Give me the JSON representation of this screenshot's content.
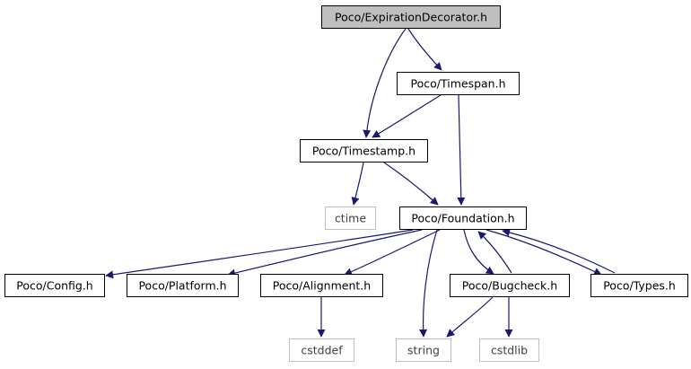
{
  "colors": {
    "edge": "#191970",
    "node_border": "#000000",
    "node_border_external": "#bfbfbf",
    "node_fill": "#ffffff",
    "root_fill": "#bfbfbf",
    "text": "#000000",
    "text_external": "#404040"
  },
  "nodes": [
    {
      "id": "expdec",
      "label": "Poco/ExpirationDecorator.h",
      "kind": "root"
    },
    {
      "id": "timespan",
      "label": "Poco/Timespan.h",
      "kind": "header"
    },
    {
      "id": "timestamp",
      "label": "Poco/Timestamp.h",
      "kind": "header"
    },
    {
      "id": "ctime",
      "label": "ctime",
      "kind": "external"
    },
    {
      "id": "foundation",
      "label": "Poco/Foundation.h",
      "kind": "header"
    },
    {
      "id": "config",
      "label": "Poco/Config.h",
      "kind": "header"
    },
    {
      "id": "platform",
      "label": "Poco/Platform.h",
      "kind": "header"
    },
    {
      "id": "alignment",
      "label": "Poco/Alignment.h",
      "kind": "header"
    },
    {
      "id": "bugcheck",
      "label": "Poco/Bugcheck.h",
      "kind": "header"
    },
    {
      "id": "types",
      "label": "Poco/Types.h",
      "kind": "header"
    },
    {
      "id": "cstddef",
      "label": "cstddef",
      "kind": "external"
    },
    {
      "id": "string",
      "label": "string",
      "kind": "external"
    },
    {
      "id": "cstdlib",
      "label": "cstdlib",
      "kind": "external"
    }
  ],
  "edges": [
    {
      "from": "expdec",
      "to": "timespan"
    },
    {
      "from": "expdec",
      "to": "timestamp"
    },
    {
      "from": "timespan",
      "to": "timestamp"
    },
    {
      "from": "timespan",
      "to": "foundation"
    },
    {
      "from": "timestamp",
      "to": "ctime"
    },
    {
      "from": "timestamp",
      "to": "foundation"
    },
    {
      "from": "foundation",
      "to": "config"
    },
    {
      "from": "foundation",
      "to": "platform"
    },
    {
      "from": "foundation",
      "to": "alignment"
    },
    {
      "from": "foundation",
      "to": "bugcheck"
    },
    {
      "from": "foundation",
      "to": "types"
    },
    {
      "from": "foundation",
      "to": "string"
    },
    {
      "from": "bugcheck",
      "to": "foundation"
    },
    {
      "from": "types",
      "to": "foundation"
    },
    {
      "from": "alignment",
      "to": "cstddef"
    },
    {
      "from": "bugcheck",
      "to": "string"
    },
    {
      "from": "bugcheck",
      "to": "cstdlib"
    }
  ]
}
